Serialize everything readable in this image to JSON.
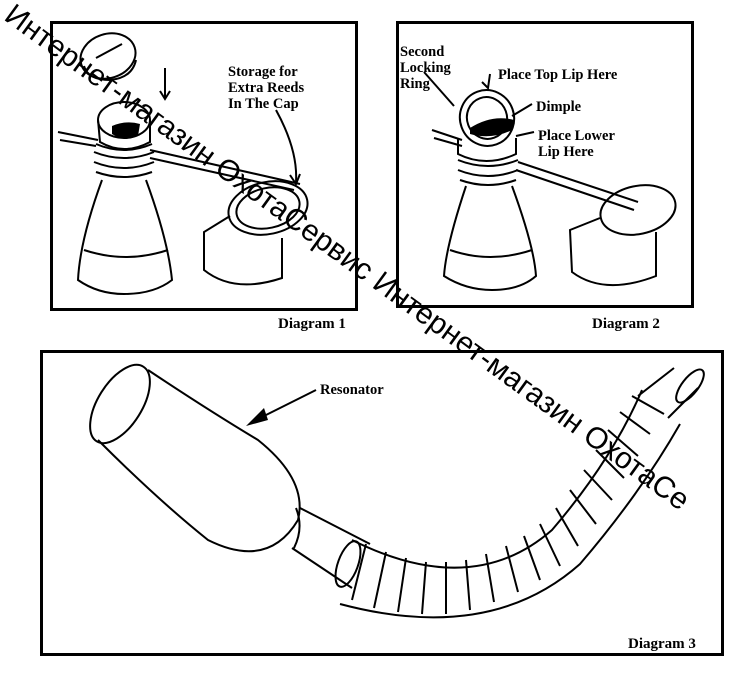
{
  "diagram1": {
    "caption": "Diagram 1",
    "labels": {
      "storage": "Storage for\nExtra Reeds\nIn The Cap"
    }
  },
  "diagram2": {
    "caption": "Diagram 2",
    "labels": {
      "second_ring": "Second\nLocking\nRing",
      "top_lip": "Place Top Lip Here",
      "dimple": "Dimple",
      "lower_lip": "Place Lower\nLip Here"
    }
  },
  "diagram3": {
    "caption": "Diagram 3",
    "labels": {
      "resonator": "Resonator"
    }
  },
  "watermark": "Интернет-магазин ОхотаСервис Интернет-магазин ОхотаСе"
}
